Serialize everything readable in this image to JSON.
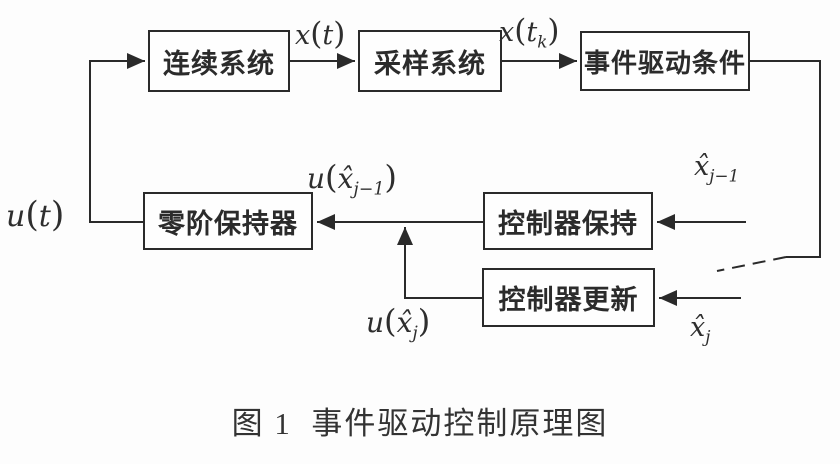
{
  "diagram": {
    "nodes": {
      "continuous_system": {
        "label": "连续系统"
      },
      "sampling_system": {
        "label": "采样系统"
      },
      "event_condition": {
        "label": "事件驱动条件"
      },
      "zero_order_hold": {
        "label": "零阶保持器"
      },
      "controller_hold": {
        "label": "控制器保持"
      },
      "controller_update": {
        "label": "控制器更新"
      }
    },
    "labels": {
      "u_t": {
        "lead": "u",
        "open": "(",
        "base": "t",
        "close": ")"
      },
      "x_t": {
        "lead": "x",
        "open": "(",
        "base": "t",
        "close": ")"
      },
      "x_tk": {
        "lead": "x",
        "open": "(",
        "base": "t",
        "sub": "k",
        "close": ")"
      },
      "u_xj1": {
        "lead": "u",
        "open": "(",
        "base": "x̂",
        "sub": "j−1",
        "close": ")"
      },
      "u_xj": {
        "lead": "u",
        "open": "(",
        "base": "x̂",
        "sub": "j",
        "close": ")"
      },
      "xj1": {
        "base": "x̂",
        "sub": "j−1"
      },
      "xj": {
        "base": "x̂",
        "sub": "j"
      }
    },
    "caption": "图 1  事件驱动控制原理图",
    "colors": {
      "ink": "#2a2a2a",
      "box_border": "#2a2a2a",
      "box_fill": "#fefefe",
      "background": "#fdfdfd",
      "text": "#2b2b2b"
    }
  }
}
